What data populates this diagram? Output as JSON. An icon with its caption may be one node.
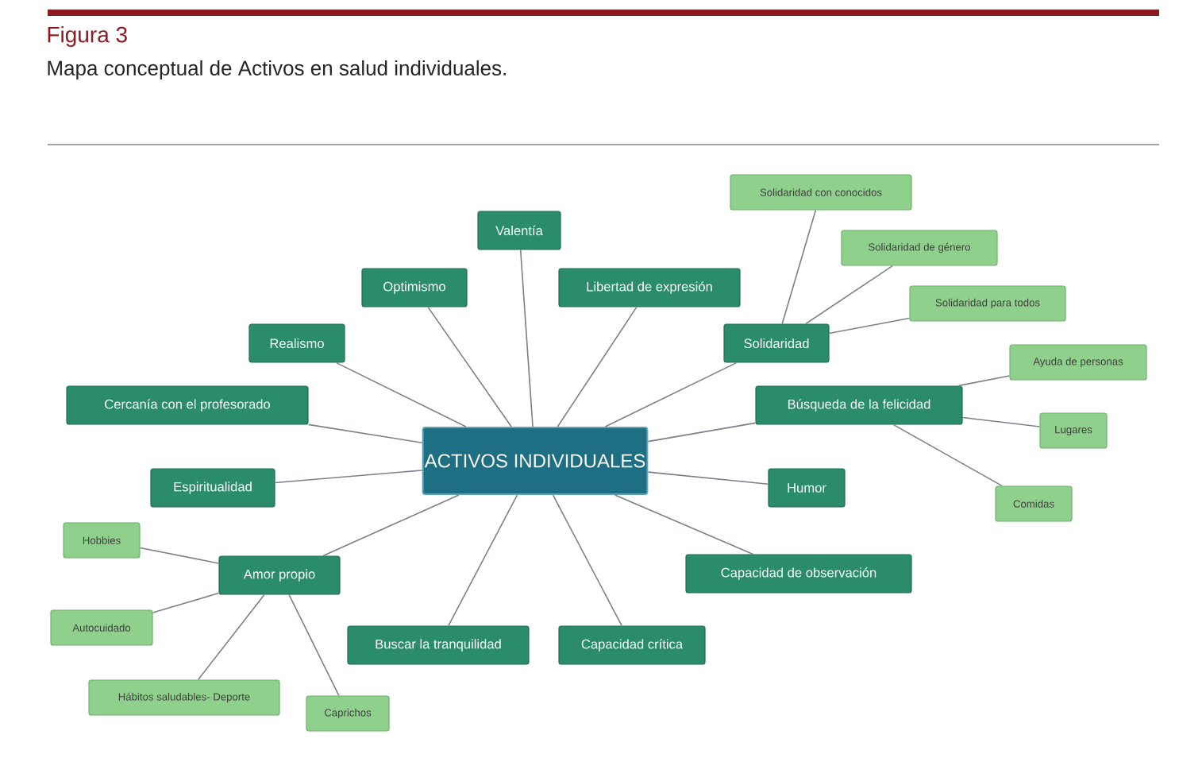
{
  "diagram": {
    "title": "Figura 3",
    "caption": "Mapa conceptual de Activos en salud individuales.",
    "nodes": [
      {
        "text": [
          "ACTIVOS INDIVIDUALES"
        ]
      },
      {
        "text": [
          "Valentía"
        ]
      },
      {
        "text": [
          "Optimismo"
        ]
      },
      {
        "text": [
          "Libertad de expresión"
        ]
      },
      {
        "text": [
          "Realismo"
        ]
      },
      {
        "text": [
          "Solidaridad"
        ]
      },
      {
        "text": [
          "Cercanía con el profesorado"
        ]
      },
      {
        "text": [
          "Búsqueda de la felicidad"
        ]
      },
      {
        "text": [
          "Espiritualidad"
        ]
      },
      {
        "text": [
          "Humor"
        ]
      },
      {
        "text": [
          "Amor propio"
        ]
      },
      {
        "text": [
          "Capacidad de observación"
        ]
      },
      {
        "text": [
          "Buscar la tranquilidad"
        ]
      },
      {
        "text": [
          "Capacidad crítica"
        ]
      },
      {
        "text": [
          "Solidaridad con conocidos"
        ]
      },
      {
        "text": [
          "Solidaridad de género"
        ]
      },
      {
        "text": [
          "Solidaridad para todos"
        ]
      },
      {
        "text": [
          "Ayuda de personas"
        ]
      },
      {
        "text": [
          "Lugares"
        ]
      },
      {
        "text": [
          "Comidas"
        ]
      },
      {
        "text": [
          "Hobbies"
        ]
      },
      {
        "text": [
          "Autocuidado"
        ]
      },
      {
        "text": [
          "Hábitos saludables- Deporte"
        ]
      },
      {
        "text": [
          "Caprichos"
        ]
      }
    ],
    "edges": [
      {
        "from": 0,
        "to": 1,
        "arrow": "none"
      },
      {
        "from": 0,
        "to": 2,
        "arrow": "none"
      },
      {
        "from": 0,
        "to": 3,
        "arrow": "none"
      },
      {
        "from": 0,
        "to": 4,
        "arrow": "none"
      },
      {
        "from": 0,
        "to": 5,
        "arrow": "none"
      },
      {
        "from": 0,
        "to": 6,
        "arrow": "none"
      },
      {
        "from": 0,
        "to": 7,
        "arrow": "none"
      },
      {
        "from": 0,
        "to": 8,
        "arrow": "none"
      },
      {
        "from": 0,
        "to": 9,
        "arrow": "none"
      },
      {
        "from": 0,
        "to": 10,
        "arrow": "none"
      },
      {
        "from": 0,
        "to": 11,
        "arrow": "none"
      },
      {
        "from": 0,
        "to": 12,
        "arrow": "none"
      },
      {
        "from": 0,
        "to": 13,
        "arrow": "none"
      },
      {
        "from": 5,
        "to": 14,
        "arrow": "none"
      },
      {
        "from": 5,
        "to": 15,
        "arrow": "none"
      },
      {
        "from": 5,
        "to": 16,
        "arrow": "none"
      },
      {
        "from": 7,
        "to": 17,
        "arrow": "none"
      },
      {
        "from": 7,
        "to": 18,
        "arrow": "none"
      },
      {
        "from": 7,
        "to": 19,
        "arrow": "none"
      },
      {
        "from": 10,
        "to": 20,
        "arrow": "none"
      },
      {
        "from": 10,
        "to": 21,
        "arrow": "none"
      },
      {
        "from": 10,
        "to": 22,
        "arrow": "none"
      },
      {
        "from": 10,
        "to": 23,
        "arrow": "none"
      }
    ]
  }
}
